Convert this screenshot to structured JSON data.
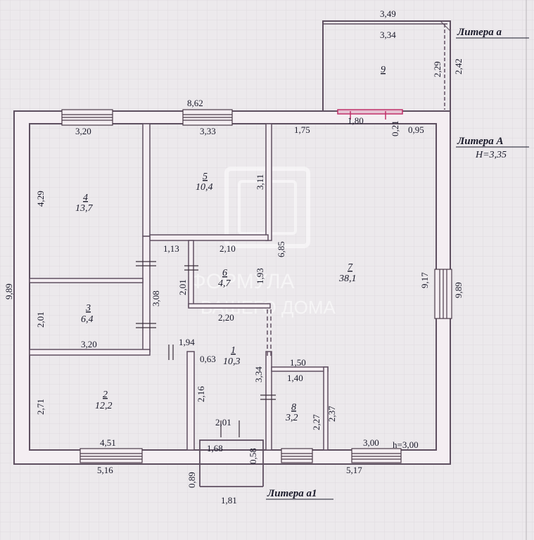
{
  "literas": {
    "a": "Литера а",
    "A": "Литера А",
    "A_height": "H=3,35",
    "a1": "Литера а1"
  },
  "rooms": [
    {
      "num": "1",
      "area": "10,3"
    },
    {
      "num": "2",
      "area": "12,2"
    },
    {
      "num": "3",
      "area": "6,4"
    },
    {
      "num": "4",
      "area": "13,7"
    },
    {
      "num": "5",
      "area": "10,4"
    },
    {
      "num": "6",
      "area": "4,7"
    },
    {
      "num": "7",
      "area": "38,1"
    },
    {
      "num": "8",
      "area": "3,2"
    },
    {
      "num": "9",
      "area": ""
    }
  ],
  "dims": {
    "lit_a_top": "3,49",
    "lit_a_inner": "3,34",
    "lit_a_side_inner": "2,29",
    "lit_a_side_outer": "2,42",
    "top_total": "8,62",
    "r4_width": "3,20",
    "r5_width": "3,33",
    "r7_top_left": "1,75",
    "door_width": "1,80",
    "door_depth": "0,21",
    "r7_top_right": "0,95",
    "left_total": "9,89",
    "right_total": "9,89",
    "r4_height": "4,29",
    "r5_height": "3,11",
    "r7_height": "6,85",
    "r7_right": "9,17",
    "hall_left_a": "1,13",
    "r6_top": "2,10",
    "r6_left": "2,01",
    "r6_right": "1,93",
    "r6_bottom": "2,20",
    "hall_side": "3,08",
    "r3_height": "2,01",
    "r3_width": "3,20",
    "hall_top": "1,94",
    "hall_small": "0,63",
    "hall_right": "3,34",
    "r8_top": "1,50",
    "r8_inner": "1,40",
    "r2_height": "2,71",
    "r1_left": "2,16",
    "r8_left": "2,27",
    "r8_right": "2,37",
    "r1_bottom": "2,01",
    "r7_bottom": "3,00",
    "r7_h": "h=3,00",
    "a1_width": "1,68",
    "a1_side": "0,58",
    "r2_bottom": "4,51",
    "bottom_left": "5,16",
    "bottom_right": "5,17",
    "a1_depth": "0,89",
    "a1_outer": "1,81"
  },
  "watermark": {
    "line1": "ФОРМУЛА",
    "line2": "ВАШЕГО ДОМА"
  },
  "colors": {
    "wall": "#5e4f60",
    "wall_fill": "#f4eef2",
    "window": "#4a3a48",
    "background": "#ece9ec",
    "grid": "#dcd8dc",
    "door": "#c0306a"
  }
}
